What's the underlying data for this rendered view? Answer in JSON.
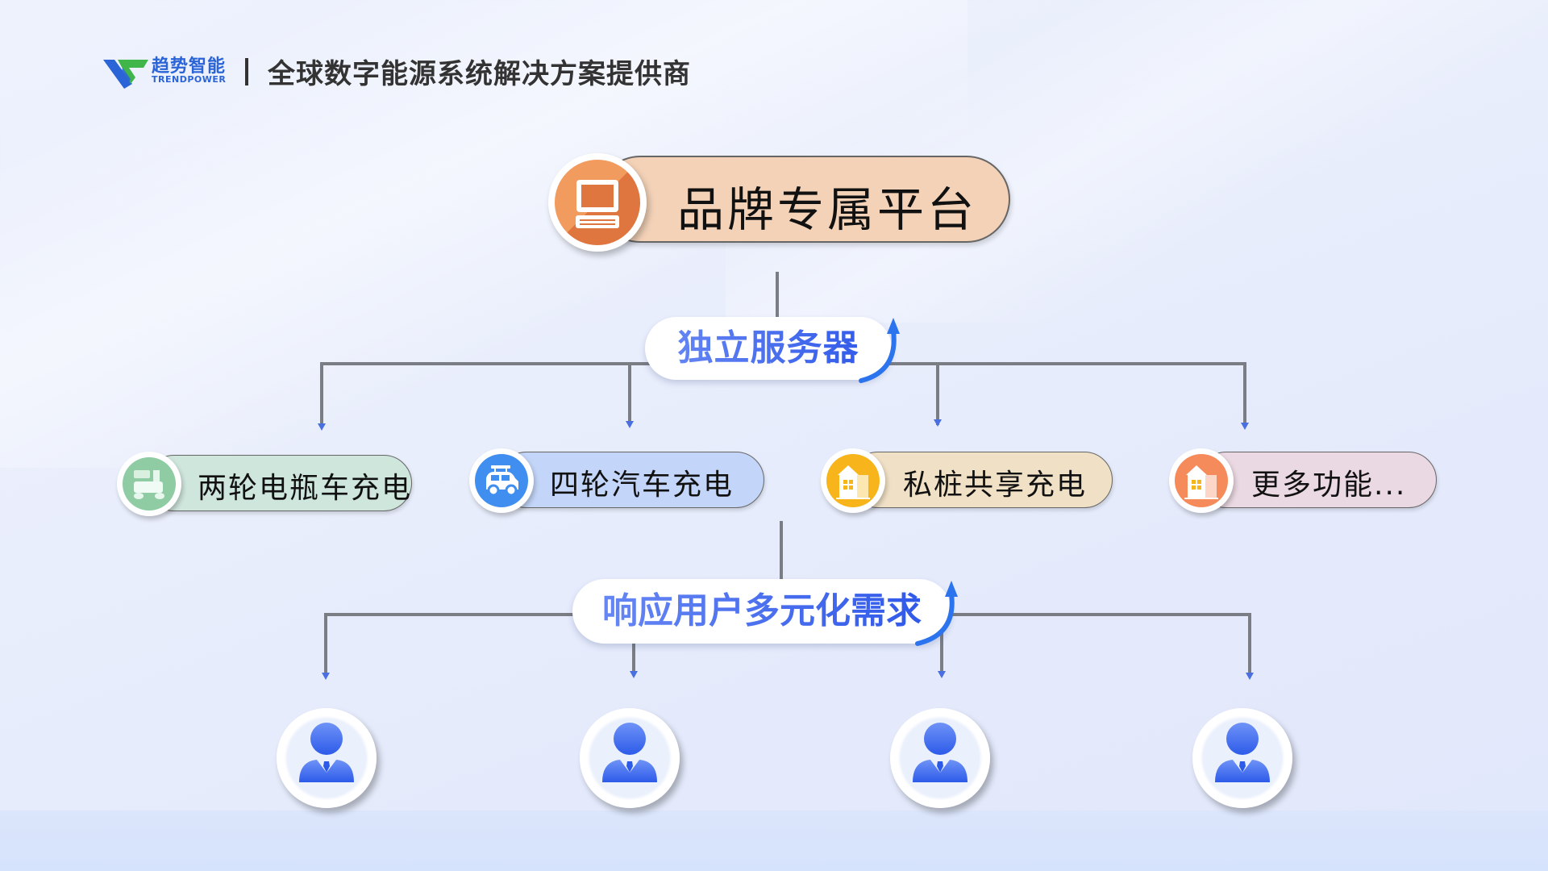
{
  "header": {
    "logo_cn": "趋势智能",
    "logo_en": "TRENDPOWER",
    "tagline": "全球数字能源系统解决方案提供商"
  },
  "colors": {
    "brand_blue": "#2a64d6",
    "brand_green": "#3fb54a",
    "label_blue": "#2c55e8",
    "connector": "#7a7d84",
    "arrowhead": "#4a6fe0"
  },
  "platform": {
    "label": "品牌专属平台",
    "icon": "computer-icon",
    "color": "#f3d2b8"
  },
  "server": {
    "label": "独立服务器"
  },
  "categories": [
    {
      "label": "两轮电瓶车充电",
      "icon": "scooter-icon",
      "color": "#cfe6dd",
      "icon_color": "#8fcba3"
    },
    {
      "label": "四轮汽车充电",
      "icon": "car-icon",
      "color": "#c3d5f8",
      "icon_color": "#3f8ef0"
    },
    {
      "label": "私桩共享充电",
      "icon": "house-icon",
      "color": "#f0e1c6",
      "icon_color": "#f8b41b"
    },
    {
      "label": "更多功能...",
      "icon": "building-icon",
      "color": "#ead8e2",
      "icon_color": "#f58a5a"
    }
  ],
  "demand": {
    "label": "响应用户多元化需求"
  },
  "users": [
    {
      "icon": "user-icon"
    },
    {
      "icon": "user-icon"
    },
    {
      "icon": "user-icon"
    },
    {
      "icon": "user-icon"
    }
  ]
}
